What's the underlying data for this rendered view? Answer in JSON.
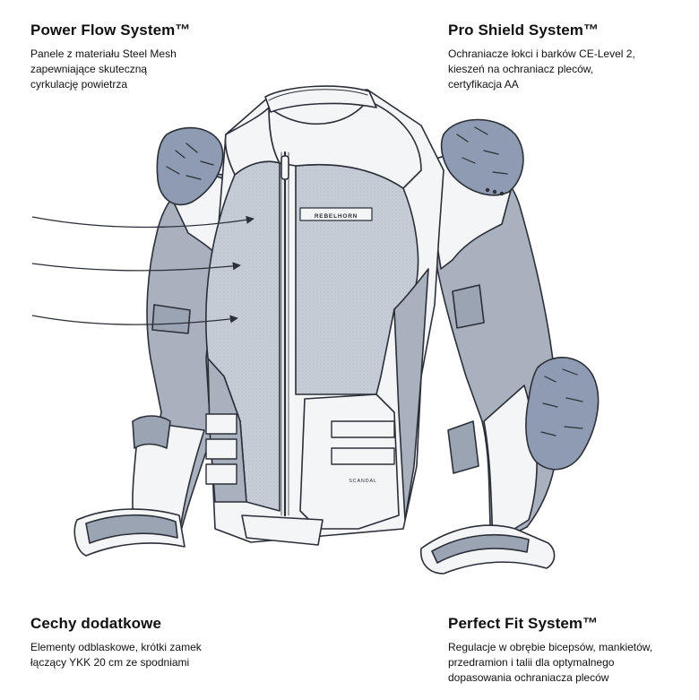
{
  "features": {
    "top_left": {
      "title": "Power Flow System™",
      "text": "Panele z materiału Steel Mesh\nzapewniające skuteczną\ncyrkulację powietrza"
    },
    "top_right": {
      "title": "Pro Shield System™",
      "text": "Ochraniacze łokci i barków CE-Level 2,\nkieszeń na ochraniacz pleców,\ncertyfikacja AA"
    },
    "bottom_left": {
      "title": "Cechy dodatkowe",
      "text": "Elementy odblaskowe, krótki zamek\nłączący YKK 20 cm ze spodniami"
    },
    "bottom_right": {
      "title": "Perfect Fit System™",
      "text": "Regulacje w obrębie bicepsów, mankietów,\nprzedramion i talii dla optymalnego\ndopasowania ochraniacza pleców"
    }
  },
  "jacket": {
    "chest_logo": "REBELHORN",
    "pocket_label": "SCANDAL",
    "colors": {
      "outline": "#2b2f38",
      "white_panel": "#f4f5f7",
      "mesh_panel": "#c5ccd6",
      "grey_panel": "#a9b1be",
      "armor": "#8e9bb2",
      "dark_strap": "#9aa4b3"
    }
  }
}
